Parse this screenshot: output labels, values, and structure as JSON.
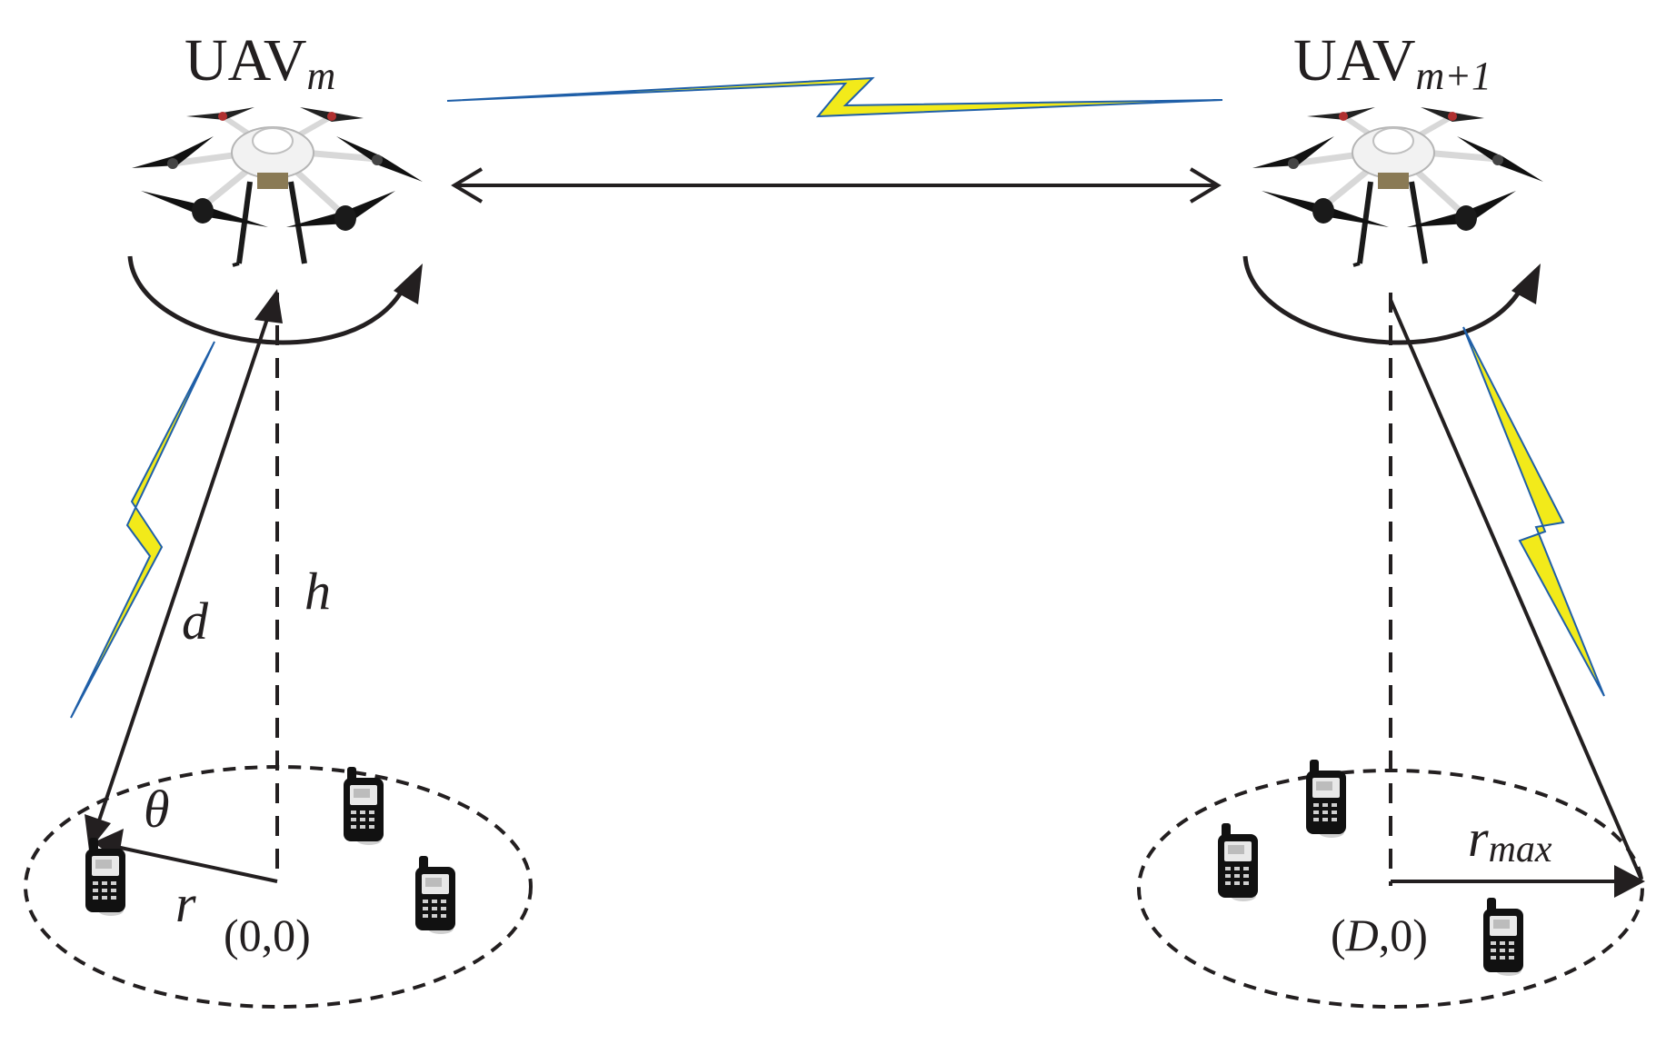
{
  "uav_left": {
    "name": "UAV",
    "subscript": "m"
  },
  "uav_right": {
    "name": "UAV",
    "subscript": "m+1"
  },
  "labels": {
    "d": "d",
    "h": "h",
    "theta": "θ",
    "r": "r",
    "r_max_base": "r",
    "r_max_sub": "max"
  },
  "coords": {
    "origin": "(0,0)",
    "right_open": "(",
    "right_D": "D",
    "right_close": ",0)"
  },
  "icons": [
    "drone-icon",
    "mobile-phone-icon",
    "lightning-link-icon",
    "rotation-arrow-icon"
  ],
  "colors": {
    "ink": "#231f20",
    "lightning_fill": "#f2ea1a",
    "lightning_edge": "#1f5fa8"
  }
}
